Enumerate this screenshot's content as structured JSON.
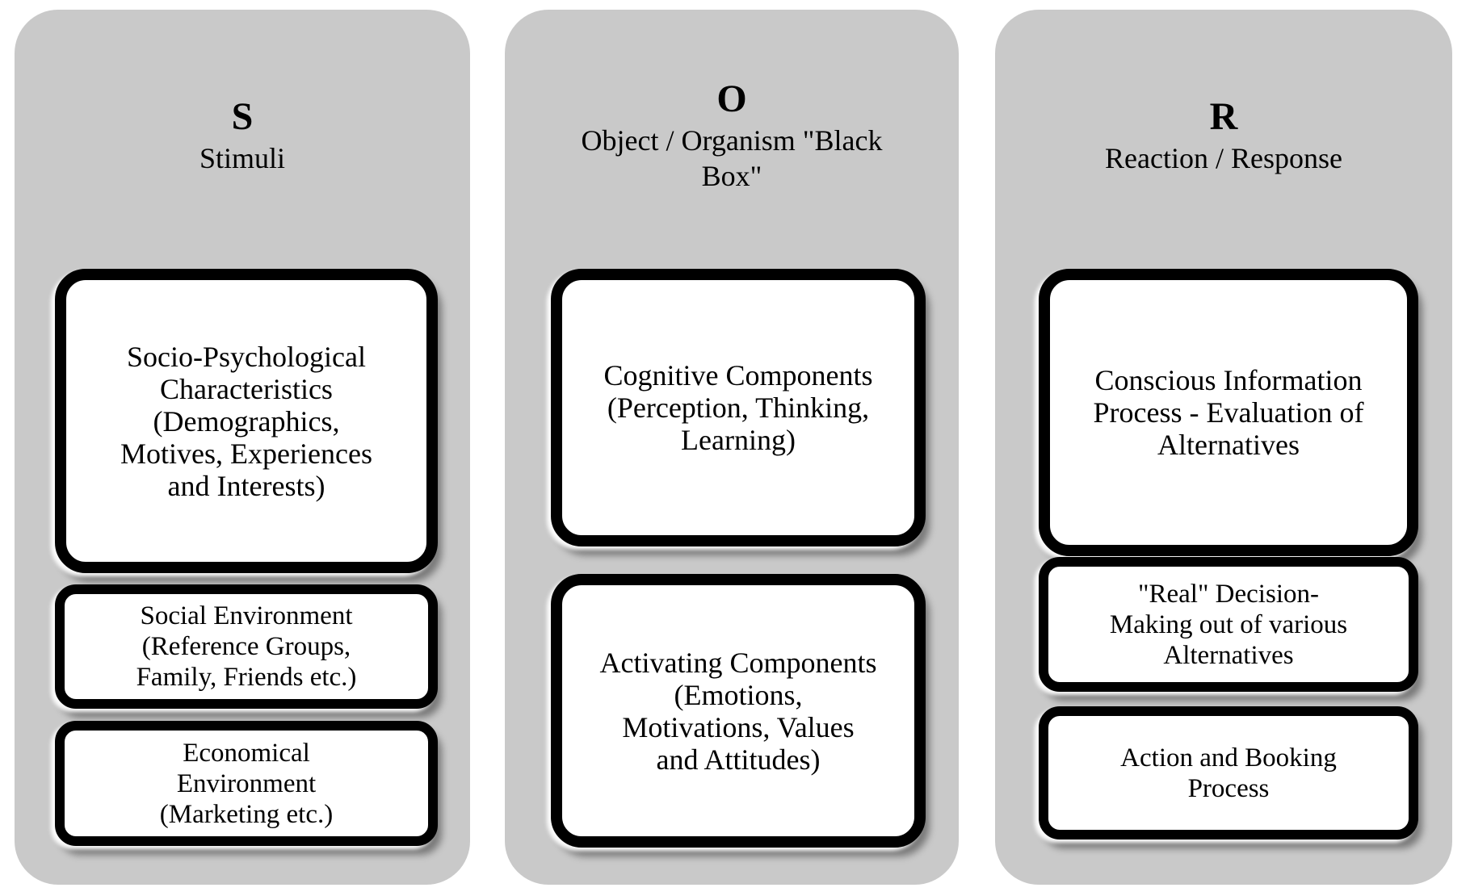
{
  "colors": {
    "panel_bg": "#c9c9c9",
    "box_bg": "#ffffff",
    "box_border": "#000000",
    "text": "#000000"
  },
  "columns": [
    {
      "letter": "S",
      "subtitle": "Stimuli",
      "boxes": [
        {
          "text": "Socio-Psychological\nCharacteristics\n(Demographics,\nMotives, Experiences\nand Interests)"
        },
        {
          "text": "Social Environment\n(Reference Groups,\nFamily, Friends etc.)"
        },
        {
          "text": "Economical\nEnvironment\n(Marketing etc.)"
        }
      ]
    },
    {
      "letter": "O",
      "subtitle": "Object / Organism \"Black\nBox\"",
      "boxes": [
        {
          "text": "Cognitive Components\n(Perception, Thinking,\nLearning)"
        },
        {
          "text": "Activating Components\n(Emotions,\nMotivations, Values\nand Attitudes)"
        }
      ]
    },
    {
      "letter": "R",
      "subtitle": "Reaction / Response",
      "boxes": [
        {
          "text": "Conscious Information\nProcess - Evaluation of\nAlternatives"
        },
        {
          "text": "\"Real\" Decision-\nMaking out of various\nAlternatives"
        },
        {
          "text": "Action and Booking\nProcess"
        }
      ]
    }
  ]
}
